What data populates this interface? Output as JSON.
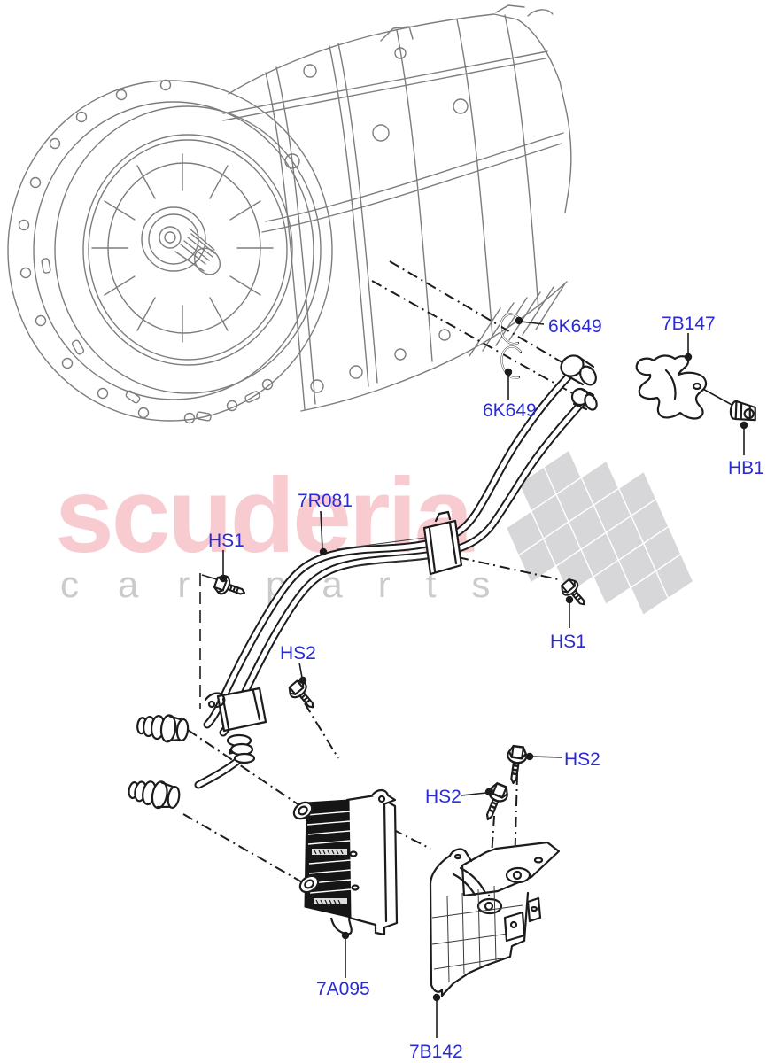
{
  "watermark": {
    "brand": "scuderia",
    "tagline_left": "car",
    "tagline_right": "parts"
  },
  "callouts": {
    "seal_top": "6K649",
    "seal_bottom": "6K649",
    "pipe_clip": "7B147",
    "clip_bolt": "HB1",
    "tube_assembly": "7R081",
    "hs1_left": "HS1",
    "hs1_right": "HS1",
    "hs2_top": "HS2",
    "hs2_bracket_right": "HS2",
    "hs2_bracket_left": "HS2",
    "oil_cooler": "7A095",
    "cooler_bracket": "7B142"
  },
  "colors": {
    "callout_blue": "#2b2bd6",
    "watermark_pink": "#f8cbd0",
    "watermark_gray": "#cbcbcb",
    "flag_gray": "#d7d7da",
    "line_dark": "#1c1c1c",
    "line_gray": "#7d7d7d"
  }
}
